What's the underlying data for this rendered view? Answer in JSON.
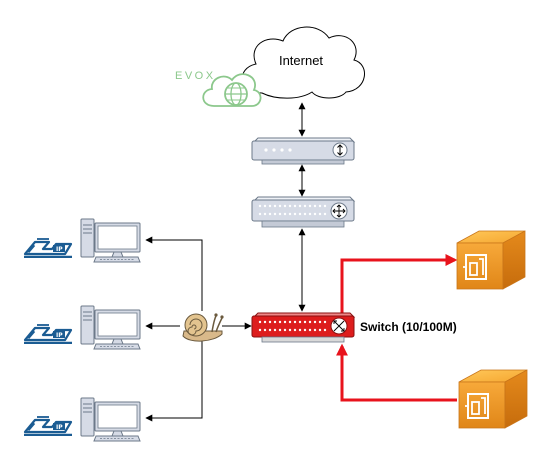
{
  "labels": {
    "internet": "Internet",
    "switch": "Switch (10/100M)",
    "evox": "EVOX"
  },
  "icons": {
    "cloud": "cloud-icon",
    "modem": "modem-icon",
    "router": "router-icon",
    "switch": "switch-icon",
    "snail": "snail-icon",
    "pc": "desktop-pc-icon",
    "ip_phone": "ip-phone-icon",
    "server": "server-cube-icon",
    "evox_logo": "evox-globe-cloud-icon"
  },
  "colors": {
    "red_link": "#e8131c",
    "black_link": "#000000",
    "switch_body": "#dd1d1d",
    "device_gray": "#d6dbe6",
    "server_orange": "#f0961e",
    "evox_green": "#8cc88c",
    "ip_phone_blue": "#1b5c93"
  }
}
